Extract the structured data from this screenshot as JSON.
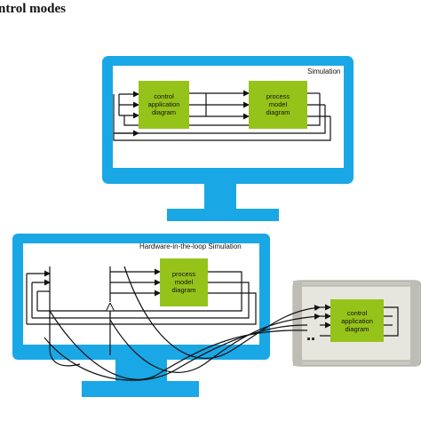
{
  "heading": "ntrol  modes",
  "colors": {
    "monitor": "#1aa7e6",
    "screen": "#ffffff",
    "block": "#96c31a",
    "wire": "#111111",
    "device_body": "#d9d9d2",
    "device_frame": "#c8c8c0"
  },
  "top_panel": {
    "label": "Simulation",
    "blocks": [
      {
        "id": "control",
        "lines": [
          "control",
          "application",
          "diagram"
        ]
      },
      {
        "id": "process",
        "lines": [
          "process",
          "model",
          "diagram"
        ]
      }
    ]
  },
  "bottom_panel": {
    "label": "Hardware-in-the-loop Simulation",
    "blocks": [
      {
        "id": "process",
        "lines": [
          "process",
          "model",
          "diagram"
        ]
      }
    ]
  },
  "device": {
    "blocks": [
      {
        "id": "control",
        "lines": [
          "control",
          "application",
          "diagram"
        ]
      }
    ]
  },
  "icons": [
    "monitor-icon",
    "io-device-icon"
  ]
}
